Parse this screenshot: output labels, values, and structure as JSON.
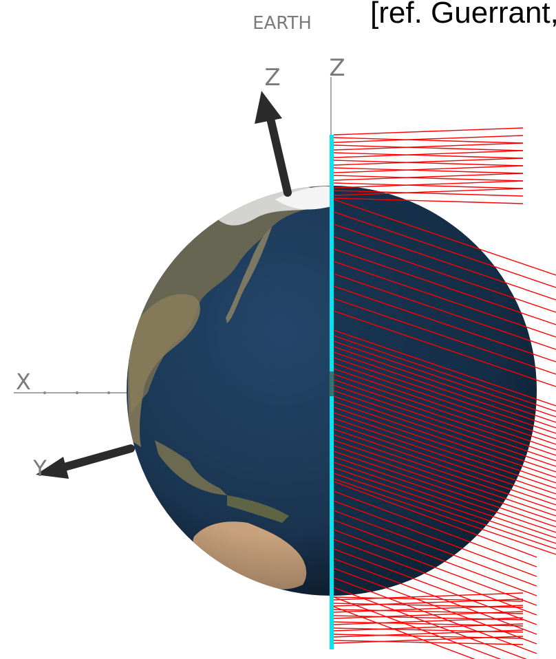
{
  "citation": "[ref. Guerrant,",
  "title": "EARTH",
  "axes": {
    "body_frame_z": "Z",
    "inertial_z": "Z",
    "inertial_x": "X",
    "body_frame_y": "Y"
  },
  "colors": {
    "orbit_lines": "#ff0000",
    "spin_axis": "#00e5f0",
    "axis_arrow": "#2b2b2b",
    "ocean": "#1b3652",
    "text": "#7a7a7a"
  }
}
